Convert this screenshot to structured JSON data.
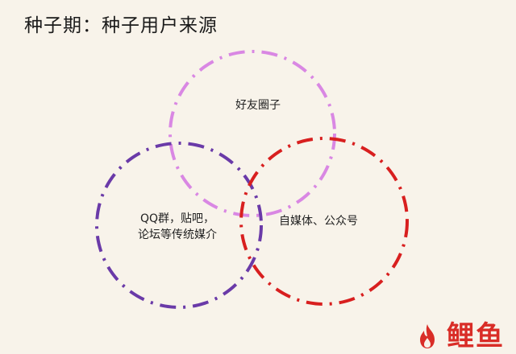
{
  "title": "种子期：种子用户来源",
  "circles": [
    {
      "id": "top",
      "label_lines": [
        "好友圈子"
      ],
      "color": "#d987e3"
    },
    {
      "id": "left",
      "label_lines": [
        "QQ群，贴吧，",
        "论坛等传统媒介"
      ],
      "color": "#6a3aa8"
    },
    {
      "id": "right",
      "label_lines": [
        "自媒体、公众号"
      ],
      "color": "#d81f1f"
    }
  ],
  "watermark": {
    "text": "鲤鱼",
    "icon": "fire-icon",
    "color": "#d92d27"
  }
}
